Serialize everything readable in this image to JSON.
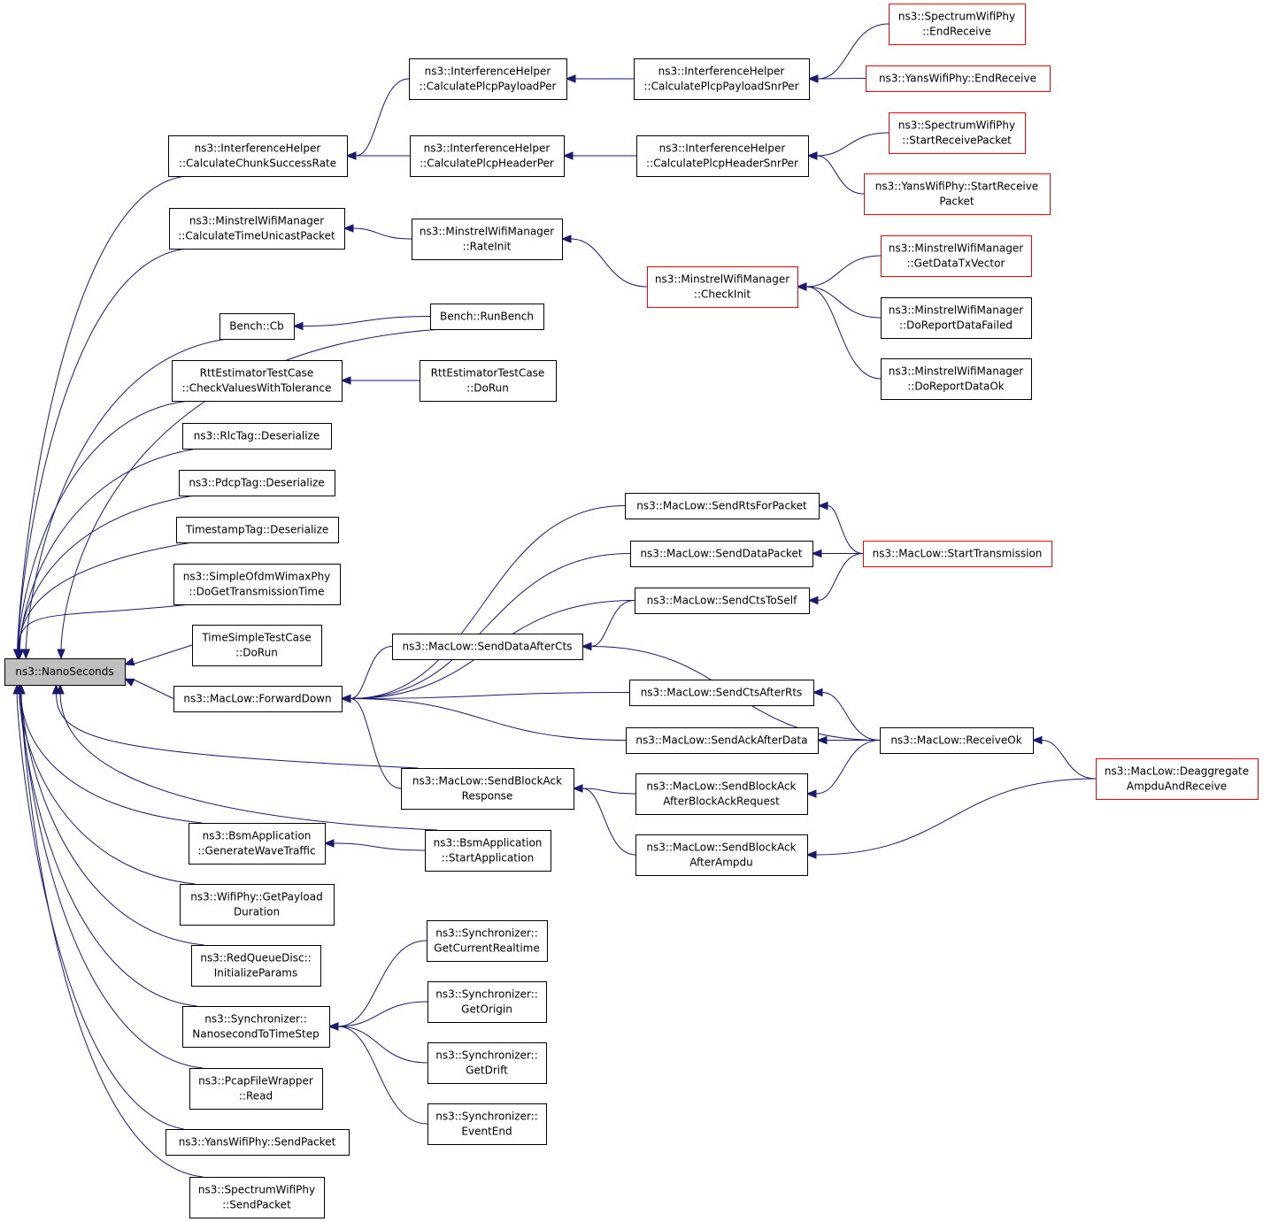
{
  "nodes": [
    {
      "id": "nanoseconds",
      "lines": [
        "ns3::NanoSeconds"
      ],
      "style": "root"
    },
    {
      "id": "calc_chunk",
      "lines": [
        "ns3::InterferenceHelper",
        "::CalculateChunkSuccessRate"
      ]
    },
    {
      "id": "calc_payload_per",
      "lines": [
        "ns3::InterferenceHelper",
        "::CalculatePlcpPayloadPer"
      ]
    },
    {
      "id": "calc_payload_snr",
      "lines": [
        "ns3::InterferenceHelper",
        "::CalculatePlcpPayloadSnrPer"
      ]
    },
    {
      "id": "spec_endrecv",
      "lines": [
        "ns3::SpectrumWifiPhy",
        "::EndReceive"
      ],
      "style": "red"
    },
    {
      "id": "yans_endrecv",
      "lines": [
        "ns3::YansWifiPhy::EndReceive"
      ],
      "style": "red"
    },
    {
      "id": "calc_header_per",
      "lines": [
        "ns3::InterferenceHelper",
        "::CalculatePlcpHeaderPer"
      ]
    },
    {
      "id": "calc_header_snr",
      "lines": [
        "ns3::InterferenceHelper",
        "::CalculatePlcpHeaderSnrPer"
      ]
    },
    {
      "id": "spec_startrecv",
      "lines": [
        "ns3::SpectrumWifiPhy",
        "::StartReceivePacket"
      ],
      "style": "red"
    },
    {
      "id": "yans_startrecv",
      "lines": [
        "ns3::YansWifiPhy::StartReceive",
        "Packet"
      ],
      "style": "red"
    },
    {
      "id": "minstrel_calc",
      "lines": [
        "ns3::MinstrelWifiManager",
        "::CalculateTimeUnicastPacket"
      ]
    },
    {
      "id": "minstrel_rateinit",
      "lines": [
        "ns3::MinstrelWifiManager",
        "::RateInit"
      ]
    },
    {
      "id": "minstrel_checkinit",
      "lines": [
        "ns3::MinstrelWifiManager",
        "::CheckInit"
      ],
      "style": "red"
    },
    {
      "id": "minstrel_getdata",
      "lines": [
        "ns3::MinstrelWifiManager",
        "::GetDataTxVector"
      ],
      "style": "red"
    },
    {
      "id": "minstrel_failed",
      "lines": [
        "ns3::MinstrelWifiManager",
        "::DoReportDataFailed"
      ]
    },
    {
      "id": "minstrel_ok",
      "lines": [
        "ns3::MinstrelWifiManager",
        "::DoReportDataOk"
      ]
    },
    {
      "id": "bench_cb",
      "lines": [
        "Bench::Cb"
      ]
    },
    {
      "id": "bench_run",
      "lines": [
        "Bench::RunBench"
      ]
    },
    {
      "id": "rtt_check",
      "lines": [
        "RttEstimatorTestCase",
        "::CheckValuesWithTolerance"
      ]
    },
    {
      "id": "rtt_dorun",
      "lines": [
        "RttEstimatorTestCase",
        "::DoRun"
      ]
    },
    {
      "id": "rlctag",
      "lines": [
        "ns3::RlcTag::Deserialize"
      ]
    },
    {
      "id": "pdcptag",
      "lines": [
        "ns3::PdcpTag::Deserialize"
      ]
    },
    {
      "id": "timestamptag",
      "lines": [
        "TimestampTag::Deserialize"
      ]
    },
    {
      "id": "ofdm",
      "lines": [
        "ns3::SimpleOfdmWimaxPhy",
        "::DoGetTransmissionTime"
      ]
    },
    {
      "id": "timesimple",
      "lines": [
        "TimeSimpleTestCase",
        "::DoRun"
      ]
    },
    {
      "id": "forwarddown",
      "lines": [
        "ns3::MacLow::ForwardDown"
      ]
    },
    {
      "id": "sendrts",
      "lines": [
        "ns3::MacLow::SendRtsForPacket"
      ]
    },
    {
      "id": "senddata",
      "lines": [
        "ns3::MacLow::SendDataPacket"
      ]
    },
    {
      "id": "starttx",
      "lines": [
        "ns3::MacLow::StartTransmission"
      ],
      "style": "red"
    },
    {
      "id": "sendctsself",
      "lines": [
        "ns3::MacLow::SendCtsToSelf"
      ]
    },
    {
      "id": "senddataafter",
      "lines": [
        "ns3::MacLow::SendDataAfterCts"
      ]
    },
    {
      "id": "sendctsafter",
      "lines": [
        "ns3::MacLow::SendCtsAfterRts"
      ]
    },
    {
      "id": "sendackafter",
      "lines": [
        "ns3::MacLow::SendAckAfterData"
      ]
    },
    {
      "id": "receiveok",
      "lines": [
        "ns3::MacLow::ReceiveOk"
      ]
    },
    {
      "id": "deaggregate",
      "lines": [
        "ns3::MacLow::Deaggregate",
        "AmpduAndReceive"
      ],
      "style": "red"
    },
    {
      "id": "sendbaresp",
      "lines": [
        "ns3::MacLow::SendBlockAck",
        "Response"
      ]
    },
    {
      "id": "sendbaafterreq",
      "lines": [
        "ns3::MacLow::SendBlockAck",
        "AfterBlockAckRequest"
      ]
    },
    {
      "id": "sendbaafterampdu",
      "lines": [
        "ns3::MacLow::SendBlockAck",
        "AfterAmpdu"
      ]
    },
    {
      "id": "bsm_gen",
      "lines": [
        "ns3::BsmApplication",
        "::GenerateWaveTraffic"
      ]
    },
    {
      "id": "bsm_start",
      "lines": [
        "ns3::BsmApplication",
        "::StartApplication"
      ]
    },
    {
      "id": "wifiphy_payload",
      "lines": [
        "ns3::WifiPhy::GetPayload",
        "Duration"
      ]
    },
    {
      "id": "redqueue",
      "lines": [
        "ns3::RedQueueDisc::",
        "InitializeParams"
      ]
    },
    {
      "id": "sync_nano",
      "lines": [
        "ns3::Synchronizer::",
        "NanosecondToTimeStep"
      ]
    },
    {
      "id": "sync_realtime",
      "lines": [
        "ns3::Synchronizer::",
        "GetCurrentRealtime"
      ]
    },
    {
      "id": "sync_origin",
      "lines": [
        "ns3::Synchronizer::",
        "GetOrigin"
      ]
    },
    {
      "id": "sync_drift",
      "lines": [
        "ns3::Synchronizer::",
        "GetDrift"
      ]
    },
    {
      "id": "sync_eventend",
      "lines": [
        "ns3::Synchronizer::",
        "EventEnd"
      ]
    },
    {
      "id": "pcap_read",
      "lines": [
        "ns3::PcapFileWrapper",
        "::Read"
      ]
    },
    {
      "id": "yans_sendpacket",
      "lines": [
        "ns3::YansWifiPhy::SendPacket"
      ]
    },
    {
      "id": "spec_sendpacket",
      "lines": [
        "ns3::SpectrumWifiPhy",
        "::SendPacket"
      ]
    }
  ],
  "edges": [
    [
      "calc_chunk",
      "nanoseconds"
    ],
    [
      "minstrel_calc",
      "nanoseconds"
    ],
    [
      "bench_run",
      "nanoseconds"
    ],
    [
      "bench_cb",
      "nanoseconds"
    ],
    [
      "rtt_check",
      "nanoseconds"
    ],
    [
      "rlctag",
      "nanoseconds"
    ],
    [
      "pdcptag",
      "nanoseconds"
    ],
    [
      "timestamptag",
      "nanoseconds"
    ],
    [
      "ofdm",
      "nanoseconds"
    ],
    [
      "timesimple",
      "nanoseconds"
    ],
    [
      "forwarddown",
      "nanoseconds"
    ],
    [
      "sendbaresp",
      "nanoseconds"
    ],
    [
      "bsm_start",
      "nanoseconds"
    ],
    [
      "bsm_gen",
      "nanoseconds"
    ],
    [
      "wifiphy_payload",
      "nanoseconds"
    ],
    [
      "redqueue",
      "nanoseconds"
    ],
    [
      "sync_nano",
      "nanoseconds"
    ],
    [
      "pcap_read",
      "nanoseconds"
    ],
    [
      "yans_sendpacket",
      "nanoseconds"
    ],
    [
      "spec_sendpacket",
      "nanoseconds"
    ],
    [
      "calc_payload_per",
      "calc_chunk"
    ],
    [
      "calc_header_per",
      "calc_chunk"
    ],
    [
      "calc_payload_snr",
      "calc_payload_per"
    ],
    [
      "calc_header_snr",
      "calc_header_per"
    ],
    [
      "spec_endrecv",
      "calc_payload_snr"
    ],
    [
      "yans_endrecv",
      "calc_payload_snr"
    ],
    [
      "spec_startrecv",
      "calc_header_snr"
    ],
    [
      "yans_startrecv",
      "calc_header_snr"
    ],
    [
      "minstrel_rateinit",
      "minstrel_calc"
    ],
    [
      "minstrel_checkinit",
      "minstrel_rateinit"
    ],
    [
      "minstrel_getdata",
      "minstrel_checkinit"
    ],
    [
      "minstrel_failed",
      "minstrel_checkinit"
    ],
    [
      "minstrel_ok",
      "minstrel_checkinit"
    ],
    [
      "bench_run",
      "bench_cb"
    ],
    [
      "rtt_dorun",
      "rtt_check"
    ],
    [
      "sendrts",
      "forwarddown"
    ],
    [
      "senddata",
      "forwarddown"
    ],
    [
      "sendctsself",
      "forwarddown"
    ],
    [
      "senddataafter",
      "forwarddown"
    ],
    [
      "sendctsafter",
      "forwarddown"
    ],
    [
      "sendackafter",
      "forwarddown"
    ],
    [
      "sendbaresp",
      "forwarddown"
    ],
    [
      "starttx",
      "sendrts"
    ],
    [
      "starttx",
      "senddata"
    ],
    [
      "starttx",
      "sendctsself"
    ],
    [
      "sendctsself",
      "senddataafter"
    ],
    [
      "receiveok",
      "senddataafter"
    ],
    [
      "receiveok",
      "sendctsafter"
    ],
    [
      "receiveok",
      "sendackafter"
    ],
    [
      "deaggregate",
      "receiveok"
    ],
    [
      "sendbaafterreq",
      "sendbaresp"
    ],
    [
      "sendbaafterampdu",
      "sendbaresp"
    ],
    [
      "receiveok",
      "sendbaafterreq"
    ],
    [
      "deaggregate",
      "sendbaafterampdu"
    ],
    [
      "bsm_start",
      "bsm_gen"
    ],
    [
      "sync_realtime",
      "sync_nano"
    ],
    [
      "sync_origin",
      "sync_nano"
    ],
    [
      "sync_drift",
      "sync_nano"
    ],
    [
      "sync_eventend",
      "sync_nano"
    ]
  ]
}
